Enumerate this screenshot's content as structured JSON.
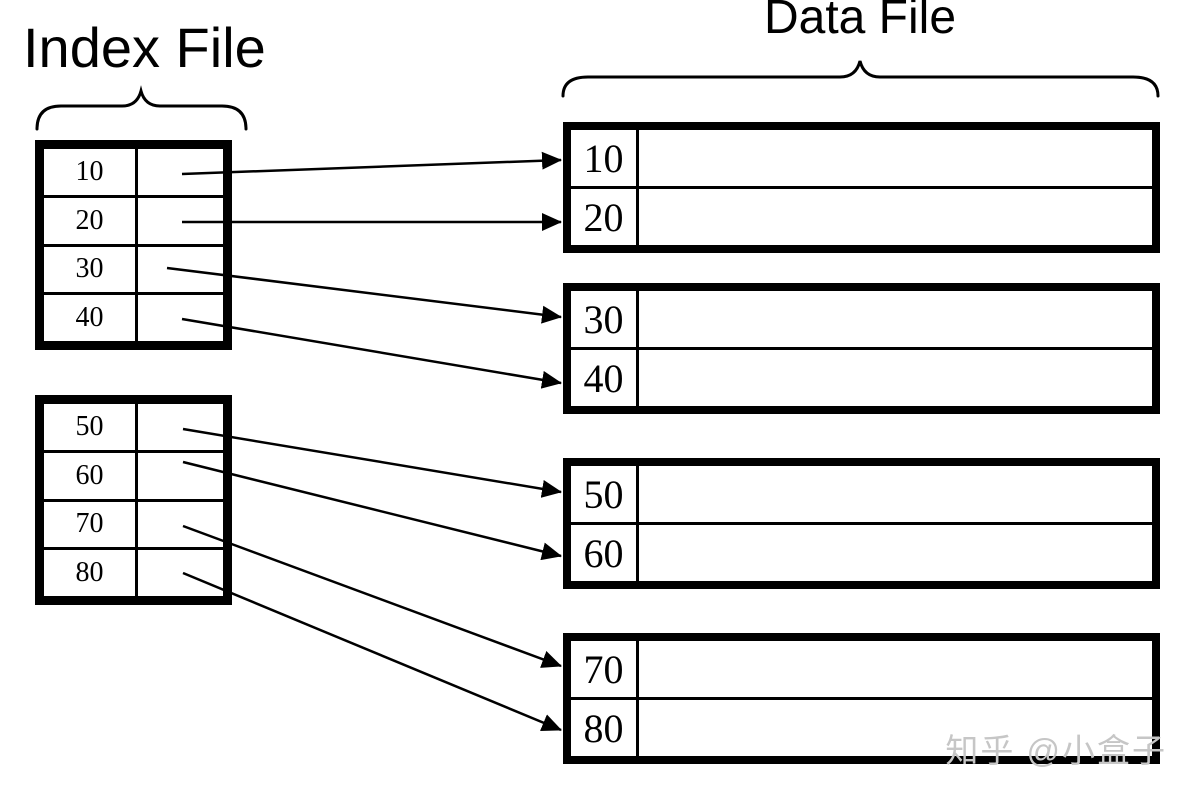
{
  "index_file": {
    "title": "Index File",
    "tables": [
      {
        "rows": [
          {
            "key": "10"
          },
          {
            "key": "20"
          },
          {
            "key": "30"
          },
          {
            "key": "40"
          }
        ]
      },
      {
        "rows": [
          {
            "key": "50"
          },
          {
            "key": "60"
          },
          {
            "key": "70"
          },
          {
            "key": "80"
          }
        ]
      }
    ]
  },
  "data_file": {
    "title": "Data File",
    "blocks": [
      {
        "rows": [
          {
            "key": "10"
          },
          {
            "key": "20"
          }
        ]
      },
      {
        "rows": [
          {
            "key": "30"
          },
          {
            "key": "40"
          }
        ]
      },
      {
        "rows": [
          {
            "key": "50"
          },
          {
            "key": "60"
          }
        ]
      },
      {
        "rows": [
          {
            "key": "70"
          },
          {
            "key": "80"
          }
        ]
      }
    ]
  },
  "links": [
    {
      "from_index_key": "10",
      "to_data_key": "10"
    },
    {
      "from_index_key": "20",
      "to_data_key": "20"
    },
    {
      "from_index_key": "30",
      "to_data_key": "30"
    },
    {
      "from_index_key": "40",
      "to_data_key": "40"
    },
    {
      "from_index_key": "50",
      "to_data_key": "50"
    },
    {
      "from_index_key": "60",
      "to_data_key": "60"
    },
    {
      "from_index_key": "70",
      "to_data_key": "70"
    },
    {
      "from_index_key": "80",
      "to_data_key": "80"
    }
  ],
  "watermark": {
    "text": "知乎 @小盒子"
  },
  "colors": {
    "ink": "#000000",
    "background": "#ffffff",
    "watermark": "#c6c6c6"
  }
}
